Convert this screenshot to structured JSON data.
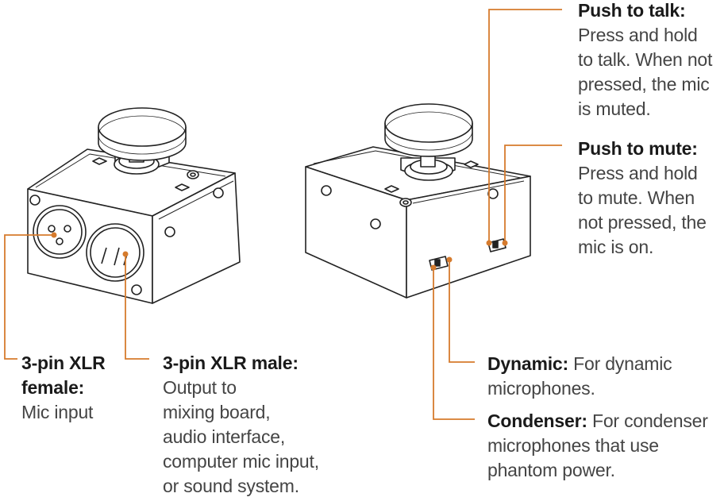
{
  "accent_color": "#d67b2d",
  "callouts": {
    "push_to_talk": {
      "title": "Push to talk:",
      "lines": [
        "Press and hold",
        "to talk. When not",
        "pressed, the mic",
        "is muted."
      ]
    },
    "push_to_mute": {
      "title": "Push to mute:",
      "lines": [
        "Press and hold",
        "to mute. When",
        "not pressed, the",
        "mic is on."
      ]
    },
    "xlr_female": {
      "title_lines": [
        "3-pin XLR",
        "female:"
      ],
      "lines": [
        "Mic input"
      ]
    },
    "xlr_male": {
      "title": "3-pin XLR male:",
      "lines": [
        "Output to",
        "mixing board,",
        "audio interface,",
        "computer mic input,",
        "or sound system."
      ]
    },
    "dynamic": {
      "title": "Dynamic:",
      "first_line_rest": " For dynamic",
      "lines": [
        "microphones."
      ]
    },
    "condenser": {
      "title": "Condenser:",
      "first_line_rest": " For condenser",
      "lines": [
        "microphones that use",
        "phantom power."
      ]
    }
  }
}
